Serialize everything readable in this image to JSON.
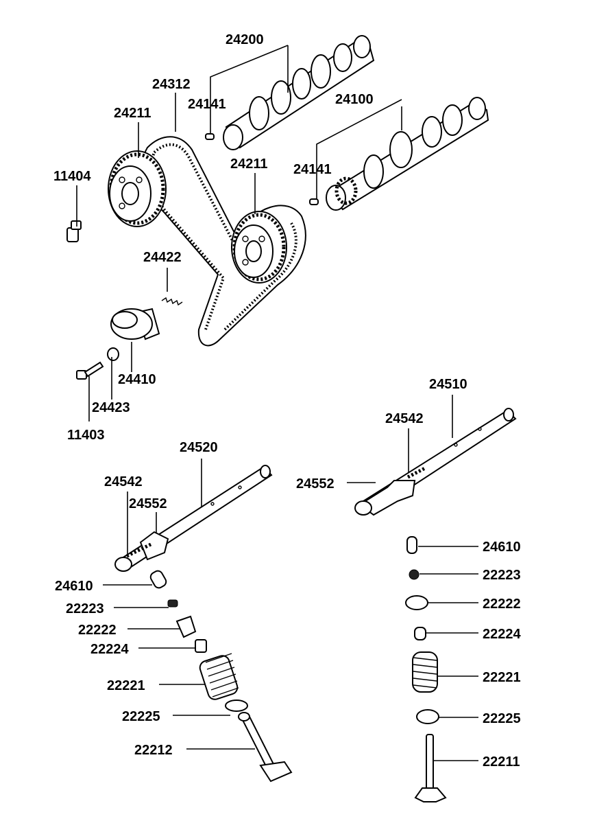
{
  "labels": {
    "camshaft_top": "24200",
    "timing_belt": "24312",
    "sprocket_left": "24211",
    "pin_top": "24141",
    "camshaft_bottom": "24100",
    "bolt_sprocket": "11404",
    "sprocket_right": "24211",
    "pin_bottom": "24141",
    "tensioner_spring": "24422",
    "tensioner_pulley": "24410",
    "tensioner_washer": "24423",
    "tensioner_bolt": "11403",
    "rocker_shaft_right": "24510",
    "rocker_spring_right": "24542",
    "rocker_arm_right": "24552",
    "rocker_shaft_left": "24520",
    "rocker_spring_left": "24542",
    "rocker_arm_left": "24552",
    "lash_adj_left": "24610",
    "keeper_left": "22223",
    "retainer_left": "22222",
    "seal_left": "22224",
    "spring_left": "22221",
    "seat_left": "22225",
    "exhaust_valve": "22212",
    "lash_adj_right": "24610",
    "keeper_right": "22223",
    "retainer_right": "22222",
    "seal_right": "22224",
    "spring_right": "22221",
    "seat_right": "22225",
    "intake_valve": "22211"
  }
}
